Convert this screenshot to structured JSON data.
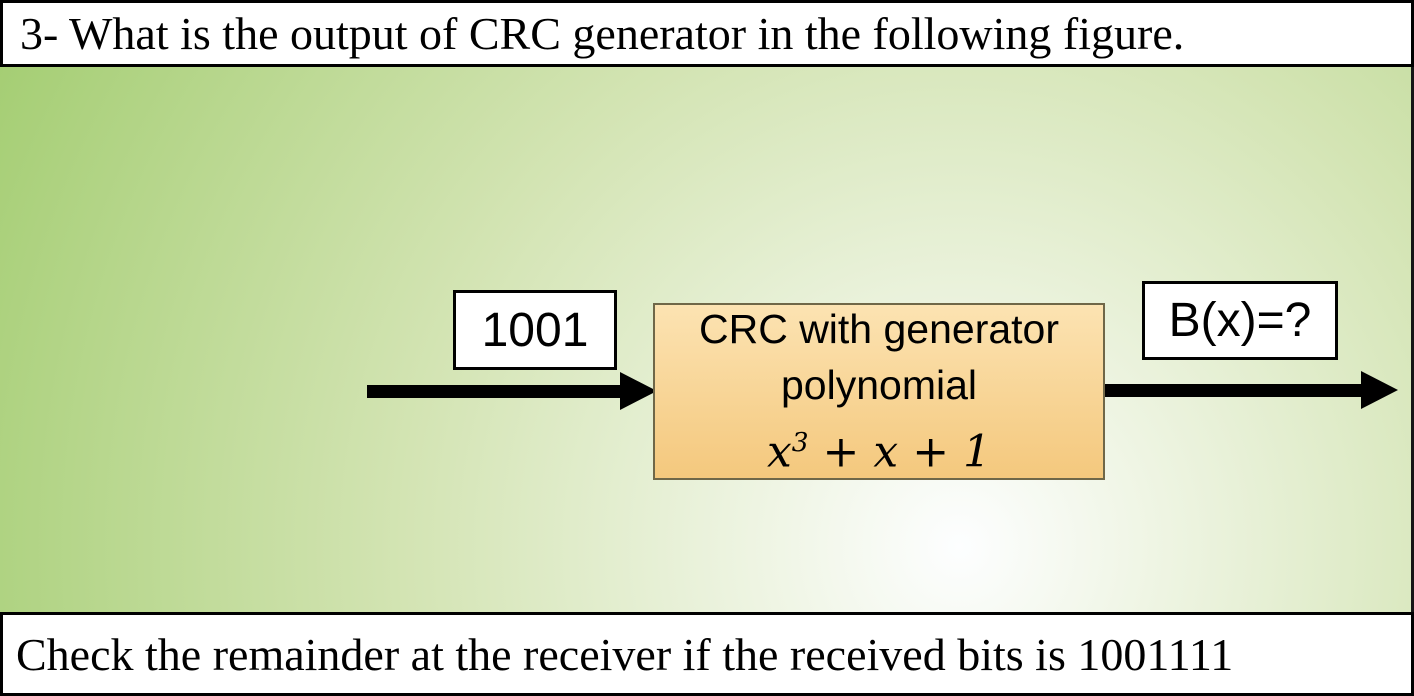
{
  "slide": {
    "title": "3- What is the output of CRC generator in the following figure.",
    "footer": "Check the remainder at the receiver if the received bits is 1001111"
  },
  "diagram": {
    "input_box_label": "1001",
    "generator_box": {
      "line1": "CRC with generator",
      "line2": "polynomial",
      "polynomial": {
        "base": "x",
        "exponent": "3",
        "rest": " + x + 1"
      }
    },
    "output_box_label": "B(x)=?",
    "icons": {
      "input_arrow": "arrow-right-icon",
      "output_arrow": "arrow-right-icon"
    }
  },
  "colors": {
    "background_green": "#a5ce74",
    "background_highlight": "#fdfeff",
    "generator_box_top": "#fce3b2",
    "generator_box_bottom": "#f4c87d",
    "generator_box_border": "#6f6748",
    "label_box_fill": "#ffffff",
    "box_border": "#000000",
    "arrow": "#000000",
    "text": "#000000"
  }
}
